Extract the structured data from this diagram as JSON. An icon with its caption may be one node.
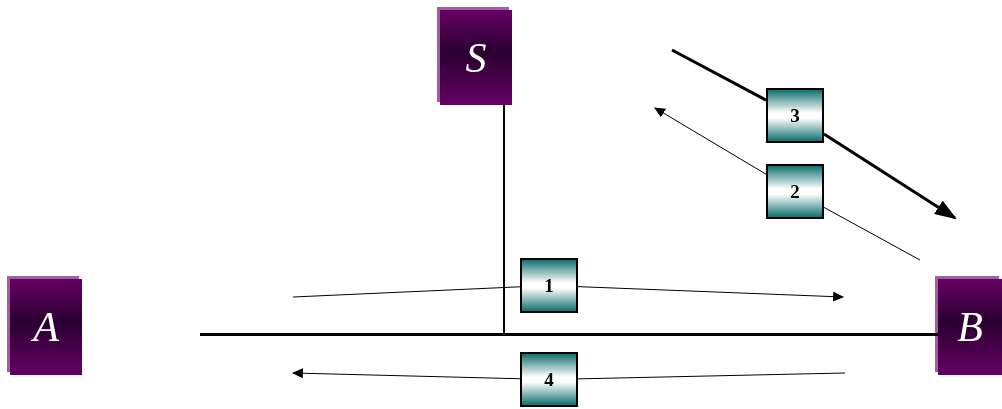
{
  "diagram": {
    "nodes": [
      {
        "text": [
          "S"
        ]
      },
      {
        "text": [
          "3"
        ]
      },
      {
        "text": [
          "2"
        ]
      },
      {
        "text": [
          "1"
        ]
      },
      {
        "text": [
          "A"
        ]
      },
      {
        "text": [
          "B"
        ]
      },
      {
        "text": [
          "4"
        ]
      },
      {
        "text": [],
        "shape": "bar"
      }
    ],
    "edges": [
      {
        "from": 0,
        "to": 7,
        "arrow": "none"
      },
      {
        "from": null,
        "to": 1,
        "arrow": "none",
        "style": "thick"
      },
      {
        "from": 1,
        "to": null,
        "arrow": "to",
        "style": "thick"
      },
      {
        "from": null,
        "to": 2,
        "arrow": "none"
      },
      {
        "from": 2,
        "to": null,
        "arrow": "to"
      },
      {
        "from": null,
        "to": 3,
        "arrow": "none"
      },
      {
        "from": 3,
        "to": null,
        "arrow": "to"
      },
      {
        "from": null,
        "to": 6,
        "arrow": "none"
      },
      {
        "from": 6,
        "to": null,
        "arrow": "to"
      }
    ]
  }
}
